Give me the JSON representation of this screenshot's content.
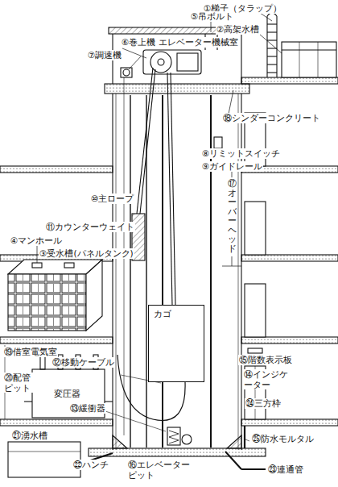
{
  "diagram": {
    "nodes": [
      {
        "text": [
          "カゴ"
        ]
      }
    ],
    "labels": [
      "①梯子（タラップ）",
      "②高架水槽",
      "⑤吊ボルト",
      "⑥巻上機",
      "エレベーター機械室",
      "⑦調速機",
      "⑱シンダーコンクリート",
      "⑧リミットスイッチ",
      "⑨ガイドレール",
      "⑩主ロープ",
      "⑰オーバーヘッド",
      "⑪カウンターウェイト",
      "④マンホール",
      "③受水槽(パネルタンク)",
      "⑲借室電気室",
      "⑳配管 ピット",
      "⑫移動ケーブル",
      "変圧器",
      "⑮階数表示板",
      "⑭インジケーター",
      "㉔三方枠",
      "⑬緩衝器",
      "㉑湧水槽",
      "㉕防水モルタル",
      "㉒ハンチ",
      "⑯エレベーター ピット",
      "㉓連通管"
    ]
  }
}
